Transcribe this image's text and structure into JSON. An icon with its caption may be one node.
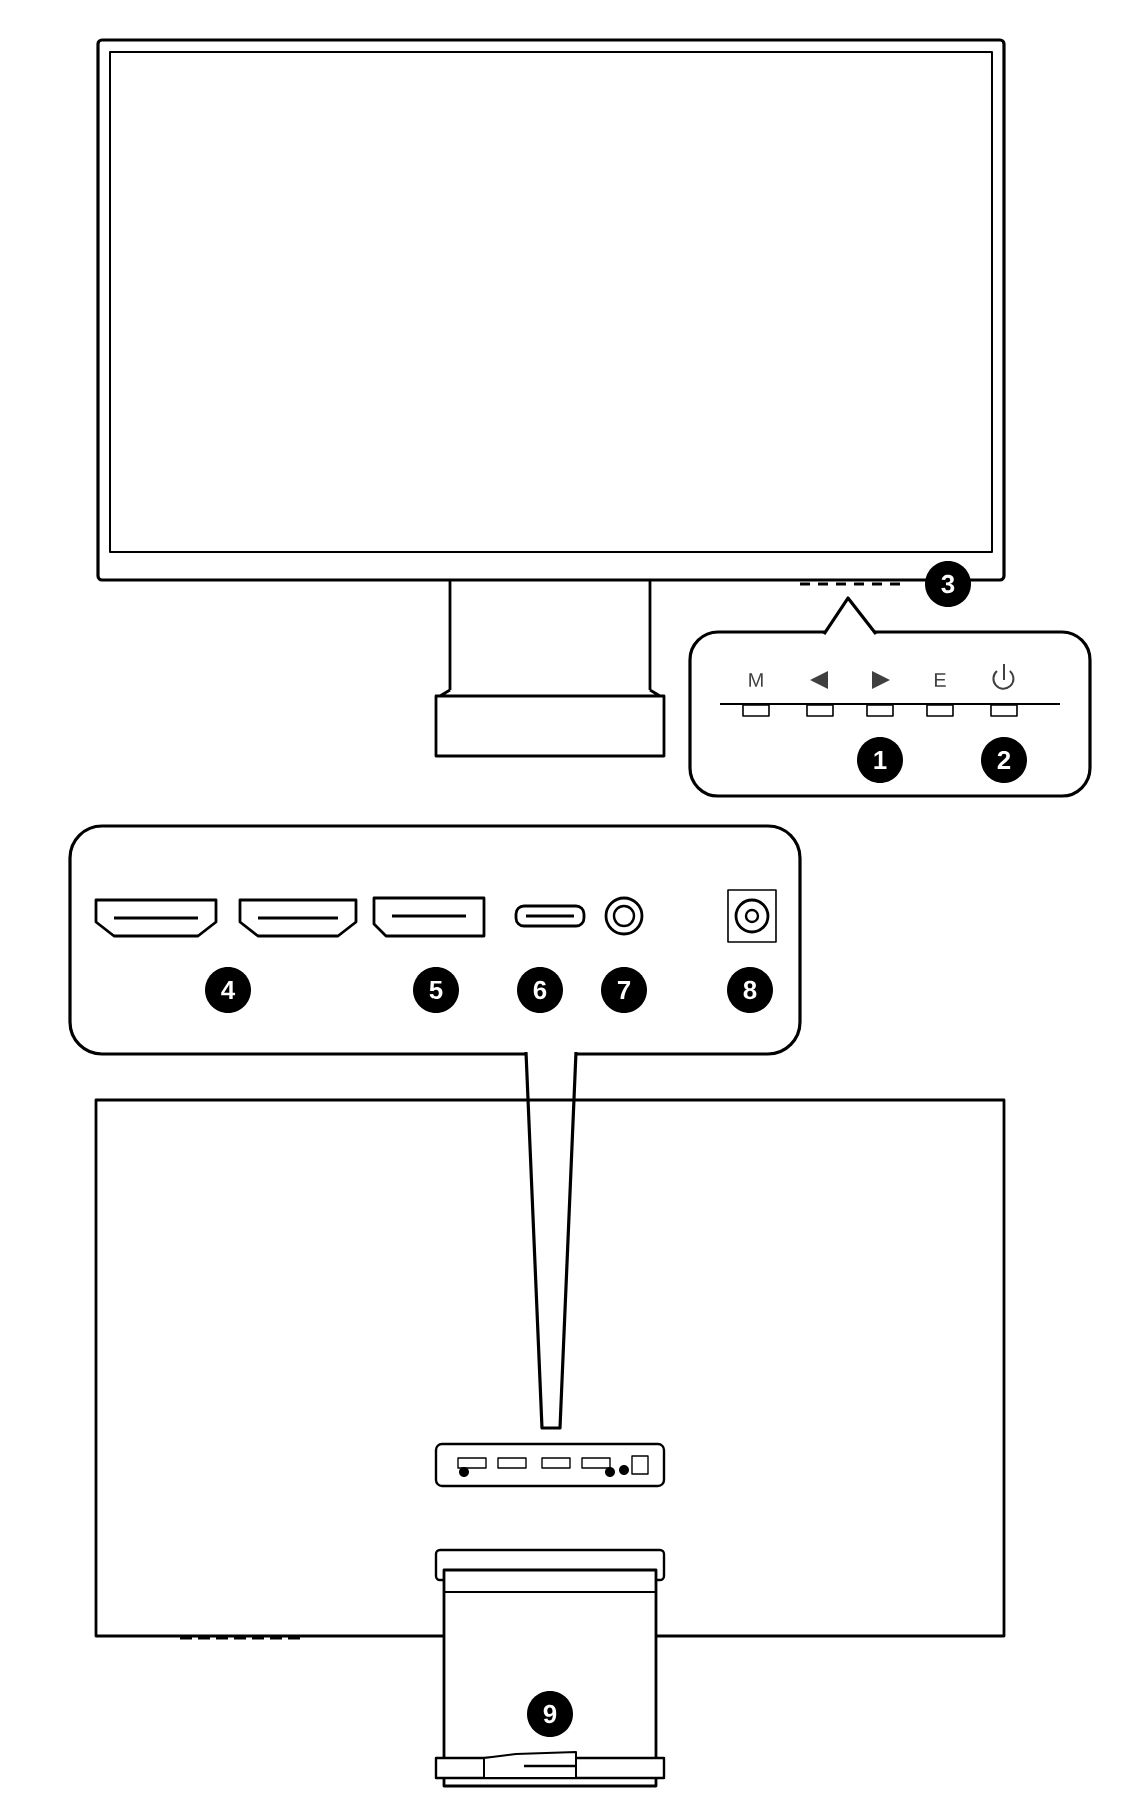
{
  "diagram": {
    "labels": [
      "3",
      "M",
      "E",
      "1",
      "2",
      "4",
      "5",
      "6",
      "7",
      "8",
      "9"
    ]
  }
}
